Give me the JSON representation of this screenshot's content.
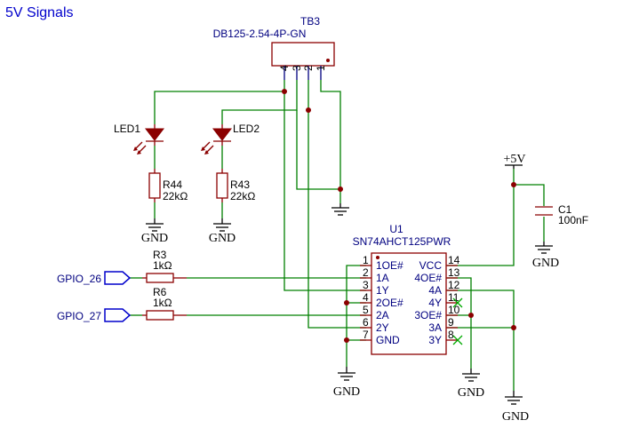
{
  "sheet_title": "5V Signals",
  "connector": {
    "ref": "TB3",
    "value": "DB125-2.54-4P-GN",
    "pins": [
      "4",
      "3",
      "2",
      "1"
    ]
  },
  "leds": [
    {
      "ref": "LED1"
    },
    {
      "ref": "LED2"
    }
  ],
  "resistors": [
    {
      "ref": "R44",
      "value": "22kΩ"
    },
    {
      "ref": "R43",
      "value": "22kΩ"
    },
    {
      "ref": "R3",
      "value": "1kΩ"
    },
    {
      "ref": "R6",
      "value": "1kΩ"
    }
  ],
  "capacitor": {
    "ref": "C1",
    "value": "100nF"
  },
  "power": {
    "vcc_label": "+5V",
    "gnd_label": "GND"
  },
  "net_labels": [
    "GPIO_26",
    "GPIO_27"
  ],
  "ic": {
    "ref": "U1",
    "value": "SN74AHCT125PWR",
    "left_pins": [
      {
        "num": "1",
        "name": "1OE#"
      },
      {
        "num": "2",
        "name": "1A"
      },
      {
        "num": "3",
        "name": "1Y"
      },
      {
        "num": "4",
        "name": "2OE#"
      },
      {
        "num": "5",
        "name": "2A"
      },
      {
        "num": "6",
        "name": "2Y"
      },
      {
        "num": "7",
        "name": "GND"
      }
    ],
    "right_pins": [
      {
        "num": "14",
        "name": "VCC"
      },
      {
        "num": "13",
        "name": "4OE#"
      },
      {
        "num": "12",
        "name": "4A"
      },
      {
        "num": "11",
        "name": "4Y"
      },
      {
        "num": "10",
        "name": "3OE#"
      },
      {
        "num": "9",
        "name": "3A"
      },
      {
        "num": "8",
        "name": "3Y"
      }
    ]
  },
  "colors": {
    "wire": "#008000",
    "component": "#8b0000",
    "pin_name": "#000080",
    "power_pin": "#cc0000",
    "no_connect": "#00aa00",
    "title": "#0000cc"
  }
}
